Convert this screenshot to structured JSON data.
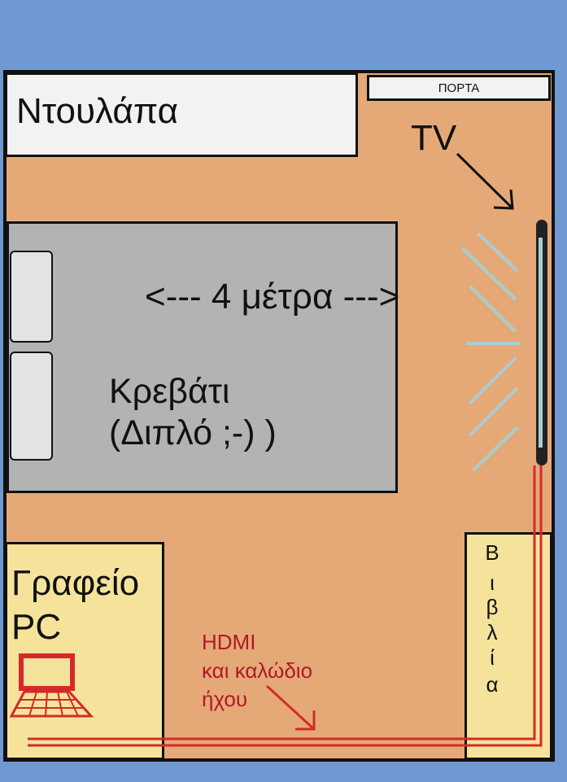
{
  "room": {
    "wardrobe_label": "Ντουλάπα",
    "door_label": "ΠΟΡΤΑ",
    "tv_label": "TV",
    "bed": {
      "measurement": "<--- 4 μέτρα --->",
      "label_line1": "Κρεβάτι",
      "label_line2": "(Διπλό ;-) )"
    },
    "desk": {
      "label_line1": "Γραφείο",
      "label_line2": "PC",
      "icon": "laptop-icon"
    },
    "bookshelf": {
      "letters": [
        "Β",
        "ι",
        "β",
        "λ",
        "ί",
        "α"
      ]
    },
    "cable": {
      "line1": "HDMI",
      "line2": "και καλώδιο",
      "line3": "ήχου"
    }
  },
  "colors": {
    "background": "#6f99d0",
    "floor": "#e5a978",
    "furniture_light": "#f2f2f2",
    "bed": "#b3b3b3",
    "desk": "#f5e39c",
    "cable": "#d42a2a",
    "tv_glow": "#a8cdd0"
  }
}
